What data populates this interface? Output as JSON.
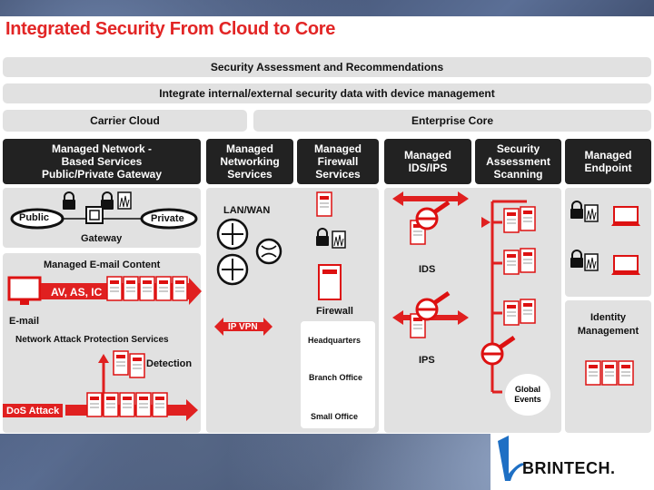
{
  "title": "Integrated Security From Cloud to Core",
  "bars": {
    "assessment": "Security Assessment and Recommendations",
    "integrate": "Integrate internal/external security data with device management",
    "carrier": "Carrier Cloud",
    "enterprise": "Enterprise Core"
  },
  "headers": {
    "network_line1": "Managed Network -",
    "network_line2": "Based Services",
    "network_line3": "Public/Private Gateway",
    "networking_line1": "Managed",
    "networking_line2": "Networking",
    "networking_line3": "Services",
    "firewall_line1": "Managed",
    "firewall_line2": "Firewall",
    "firewall_line3": "Services",
    "idsips_line1": "Managed",
    "idsips_line2": "IDS/IPS",
    "scan_line1": "Security",
    "scan_line2": "Assessment",
    "scan_line3": "Scanning",
    "endpoint_line1": "Managed",
    "endpoint_line2": "Endpoint"
  },
  "labels": {
    "public": "Public",
    "private": "Private",
    "gateway": "Gateway",
    "email_content": "Managed E-mail Content",
    "av_as_ic": "AV, AS, IC",
    "email": "E-mail",
    "network_attack": "Network Attack Protection Services",
    "detection": "Detection",
    "dos_attack": "DoS Attack",
    "lan_wan": "LAN/WAN",
    "ip_vpn": "IP VPN",
    "firewall": "Firewall",
    "headquarters": "Headquarters",
    "branch_office": "Branch Office",
    "small_office": "Small Office",
    "ids": "IDS",
    "ips": "IPS",
    "global_events": "Global Events",
    "identity_line1": "Identity",
    "identity_line2": "Management"
  },
  "brand": {
    "name": "BRINTECH."
  },
  "icons": [
    "lock-icon",
    "server-icon",
    "router-icon",
    "switch-icon",
    "laptop-icon",
    "monitor-icon",
    "magnifier-icon",
    "building-icon"
  ],
  "colors": {
    "accent_red": "#e22525",
    "header_dark": "#222222",
    "zone_gray": "#e1e1e1"
  }
}
